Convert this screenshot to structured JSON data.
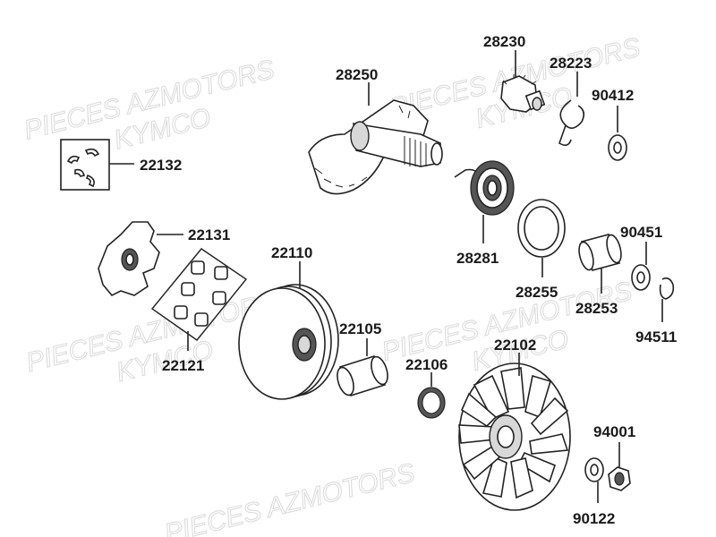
{
  "watermark": {
    "lines": [
      "PIECES AZMOTORS",
      "KYMCO"
    ],
    "color": "#d9d9d9"
  },
  "parts": [
    {
      "id": "p28230",
      "label": "28230"
    },
    {
      "id": "p28223",
      "label": "28223"
    },
    {
      "id": "p28250",
      "label": "28250"
    },
    {
      "id": "p90412",
      "label": "90412"
    },
    {
      "id": "p22132",
      "label": "22132"
    },
    {
      "id": "p22131",
      "label": "22131"
    },
    {
      "id": "p22110",
      "label": "22110"
    },
    {
      "id": "p28281",
      "label": "28281"
    },
    {
      "id": "p28255",
      "label": "28255"
    },
    {
      "id": "p90451",
      "label": "90451"
    },
    {
      "id": "p28253",
      "label": "28253"
    },
    {
      "id": "p94511",
      "label": "94511"
    },
    {
      "id": "p22121",
      "label": "22121"
    },
    {
      "id": "p22105",
      "label": "22105"
    },
    {
      "id": "p22106",
      "label": "22106"
    },
    {
      "id": "p22102",
      "label": "22102"
    },
    {
      "id": "p94001",
      "label": "94001"
    },
    {
      "id": "p90122",
      "label": "90122"
    }
  ]
}
